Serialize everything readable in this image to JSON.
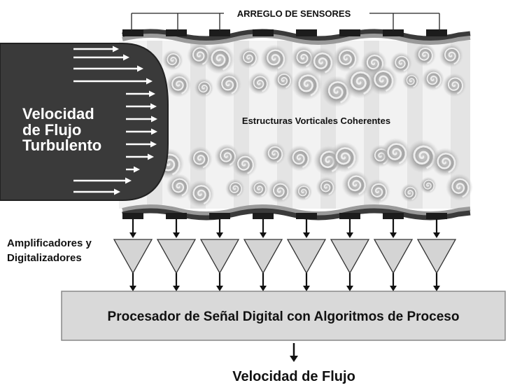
{
  "diagram": {
    "sensor_array_label": "ARREGLO DE SENSORES",
    "flow_profile_label": [
      "Velocidad",
      "de Flujo",
      "Turbulento"
    ],
    "vortex_label": "Estructuras Vorticales Coherentes",
    "amplifier_label": [
      "Amplificadores y",
      "Digitalizadores"
    ],
    "processor_label": "Procesador de Señal Digital con Algoritmos de Proceso",
    "output_label": "Velocidad de Flujo"
  },
  "sensor_count": 8,
  "colors": {
    "pipe_wall": "#8e8e8e",
    "pipe_wall_edge": "#3a3a3a",
    "flow_band_light": "#f0f0f0",
    "flow_band_dark": "#d6d6d6",
    "vortex": "#8a8a8a",
    "profile_fill": "#3a3a3a",
    "profile_arrow": "#ffffff",
    "sensor": "#1c1c1c",
    "triangle_fill": "#d4d4d4",
    "processor_fill": "#d9d9d9",
    "text": "#111111",
    "profile_text": "#ffffff"
  }
}
